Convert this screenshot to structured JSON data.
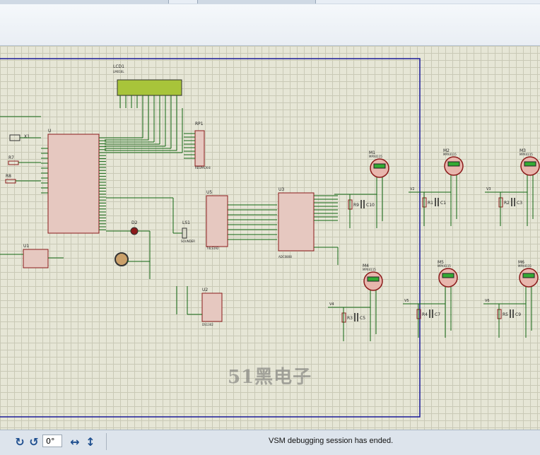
{
  "window": {
    "accent": "#1f4f8f"
  },
  "schematic": {
    "colors": {
      "wire": "#116611",
      "outline": "#8b1a1a",
      "body": "#e6c8c0",
      "frame": "#1a1a99",
      "lcd": "#a8c43a"
    },
    "lcd_label": "LCD1",
    "lcd_part": "LM016L",
    "rp_label": "RP1",
    "rp_part": "RESPACK-8",
    "u1_label": "U1",
    "u2_label": "U2",
    "u2_part": "DS1302",
    "u3_label": "U3",
    "u3_part": "ADC0808",
    "u5_label": "U5",
    "u5_part": "74LS192",
    "x1_label": "X1",
    "r7_label": "R7",
    "r8_label": "R8",
    "d2_label": "D2",
    "ls1_label": "LS1",
    "ls1_part": "SOUNDER",
    "motors": [
      {
        "label": "M1",
        "part": "MPX4115",
        "r": "R9",
        "c": "C10",
        "v": ""
      },
      {
        "label": "M2",
        "part": "MPX4115",
        "r": "R1",
        "c": "C1",
        "v": "V2"
      },
      {
        "label": "M3",
        "part": "MPX4115",
        "r": "R2",
        "c": "C3",
        "v": "V3"
      },
      {
        "label": "M4",
        "part": "MPX4115",
        "r": "R3",
        "c": "C5",
        "v": "V4"
      },
      {
        "label": "M5",
        "part": "MPX4115",
        "r": "R4",
        "c": "C7",
        "v": "V5"
      },
      {
        "label": "M6",
        "part": "MPX4115",
        "r": "R5",
        "c": "C9",
        "v": "V6"
      }
    ],
    "watermark": "51黑电子"
  },
  "statusbar": {
    "rotate_cw_icon": "rotate-cw",
    "rotate_ccw_icon": "rotate-ccw",
    "angle": "0°",
    "message": "VSM debugging session has ended."
  }
}
